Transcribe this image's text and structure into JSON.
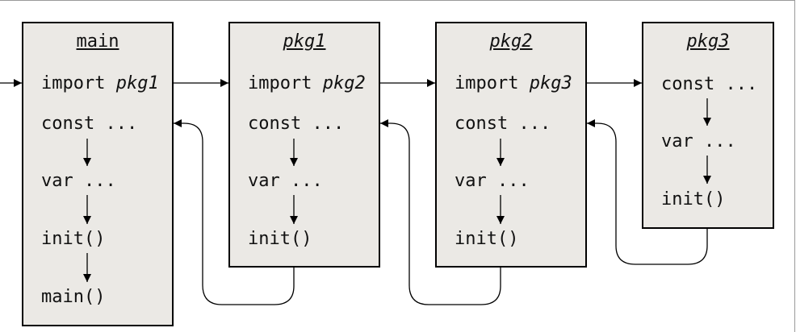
{
  "packages": [
    {
      "title": "main",
      "import_keyword": "import",
      "import_target": "pkg1",
      "const_line": "const ...",
      "var_line": "var ...",
      "init_line": "init()",
      "main_line": "main()"
    },
    {
      "title": "pkg1",
      "import_keyword": "import",
      "import_target": "pkg2",
      "const_line": "const ...",
      "var_line": "var ...",
      "init_line": "init()"
    },
    {
      "title": "pkg2",
      "import_keyword": "import",
      "import_target": "pkg3",
      "const_line": "const ...",
      "var_line": "var ...",
      "init_line": "init()"
    },
    {
      "title": "pkg3",
      "const_line": "const ...",
      "var_line": "var ...",
      "init_line": "init()"
    }
  ],
  "colors": {
    "box_fill": "#ebe9e5",
    "stroke": "#000000"
  }
}
